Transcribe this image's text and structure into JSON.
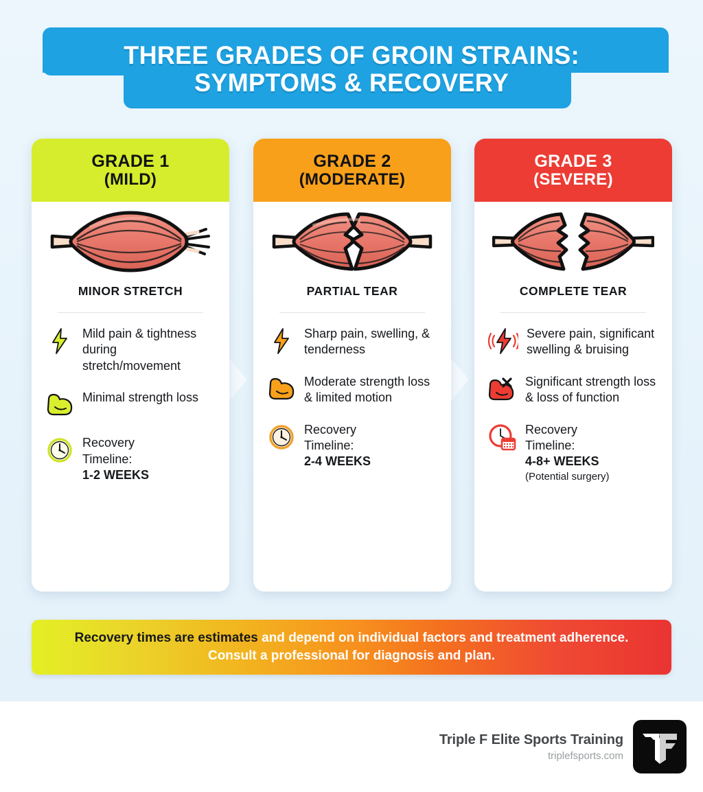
{
  "title": {
    "line1": "THREE GRADES OF GROIN STRAINS:",
    "line2": "SYMPTOMS & RECOVERY",
    "banner_color": "#1ea2e2"
  },
  "background_color": "#e7f3fb",
  "cards": [
    {
      "grade_label": "GRADE 1",
      "severity_label": "(MILD)",
      "header_color": "#d5ed2c",
      "header_text_color": "#111214",
      "muscle_icon": "muscle-intact-icon",
      "tear_label": "MINOR STRETCH",
      "bullets": [
        {
          "icon": "lightning-bolt-icon",
          "text": "Mild pain & tightness during stretch/movement"
        },
        {
          "icon": "flexed-biceps-icon",
          "text": "Minimal strength loss"
        }
      ],
      "recovery": {
        "icon": "clock-icon",
        "label_line1": "Recovery",
        "label_line2": "Timeline:",
        "duration": "1-2 WEEKS",
        "note": ""
      }
    },
    {
      "grade_label": "GRADE 2",
      "severity_label": "(MODERATE)",
      "header_color": "#f9a01b",
      "header_text_color": "#111214",
      "muscle_icon": "muscle-partial-tear-icon",
      "tear_label": "PARTIAL TEAR",
      "bullets": [
        {
          "icon": "lightning-bolt-icon",
          "text": "Sharp pain, swelling, & tenderness"
        },
        {
          "icon": "flexed-biceps-icon",
          "text": "Moderate strength loss & limited motion"
        }
      ],
      "recovery": {
        "icon": "clock-icon",
        "label_line1": "Recovery",
        "label_line2": "Timeline:",
        "duration": "2-4 WEEKS",
        "note": ""
      }
    },
    {
      "grade_label": "GRADE 3",
      "severity_label": "(SEVERE)",
      "header_color": "#ec3c34",
      "header_text_color": "#ffffff",
      "muscle_icon": "muscle-complete-tear-icon",
      "tear_label": "COMPLETE TEAR",
      "bullets": [
        {
          "icon": "lightning-bolt-alert-icon",
          "text": "Severe pain, significant swelling & bruising"
        },
        {
          "icon": "flexed-biceps-x-icon",
          "text": "Significant strength loss & loss of function"
        }
      ],
      "recovery": {
        "icon": "clock-calendar-icon",
        "label_line1": "Recovery",
        "label_line2": "Timeline:",
        "duration": "4-8+ WEEKS",
        "note": "(Potential surgery)"
      }
    }
  ],
  "disclaimer": {
    "emphasis": "Recovery times are estimates",
    "rest": " and depend on individual factors and treatment adherence. ",
    "tail": "Consult a professional for diagnosis and plan.",
    "gradient_start": "#e3f024",
    "gradient_end": "#ea3432"
  },
  "footer": {
    "brand": "Triple F Elite Sports Training",
    "website": "triplefsports.com",
    "logo_alt": "TF"
  }
}
